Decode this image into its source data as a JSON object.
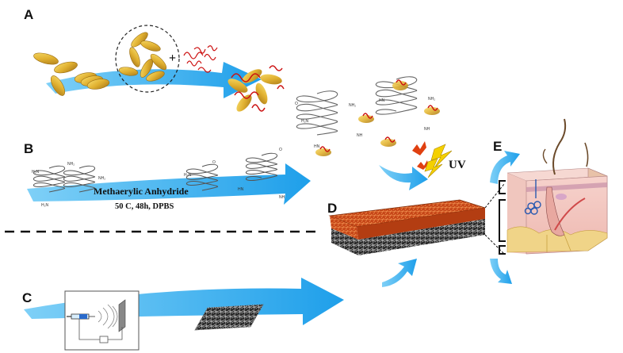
{
  "panels": {
    "a": {
      "label": "A"
    },
    "b": {
      "label": "B",
      "reaction_reagent": "Methaerylic Anhydride",
      "reaction_conditions": "50 C, 48h, DPBS"
    },
    "c": {
      "label": "C"
    },
    "d": {
      "label": "D"
    },
    "e": {
      "label": "E"
    }
  },
  "uv_label": "UV",
  "plus_sign": "+",
  "chem_labels": {
    "amine": "NH",
    "amine2": "NH₂",
    "hn": "HN",
    "oxygen": "O",
    "h2n": "H₂N"
  },
  "colors": {
    "arrow_blue": "#2aa8ee",
    "gold": "#e0b030",
    "crosslink_red": "#cc1111",
    "fiber_orange": "#d4541e",
    "skin_pink": "#f2c4c0"
  }
}
